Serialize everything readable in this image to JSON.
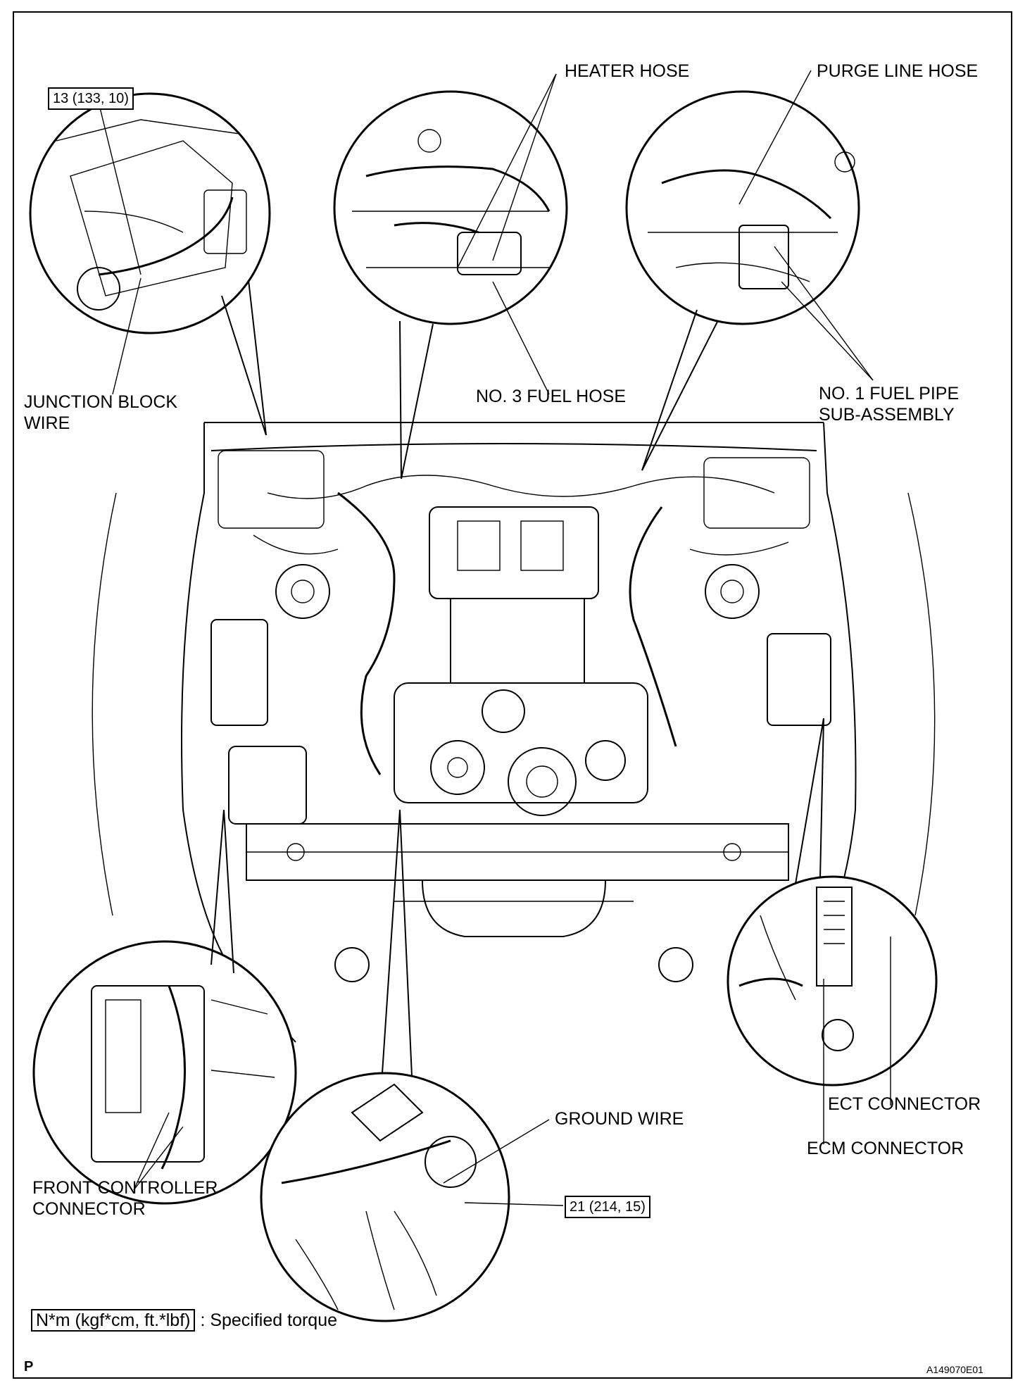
{
  "labels": {
    "torque_top": "13 (133, 10)",
    "junction_block_wire": [
      "JUNCTION BLOCK",
      "WIRE"
    ],
    "heater_hose": "HEATER HOSE",
    "purge_line_hose": "PURGE LINE HOSE",
    "no3_fuel_hose": "NO. 3 FUEL HOSE",
    "no1_fuel_pipe": [
      "NO. 1 FUEL PIPE",
      "SUB-ASSEMBLY"
    ],
    "ground_wire": "GROUND WIRE",
    "torque_bottom": "21 (214, 15)",
    "ect_connector": "ECT CONNECTOR",
    "ecm_connector": "ECM CONNECTOR",
    "front_controller_connector": [
      "FRONT CONTROLLER",
      "CONNECTOR"
    ]
  },
  "legend": {
    "unit_box": "N*m (kgf*cm, ft.*lbf)",
    "text": ": Specified torque"
  },
  "corner_letter": "P",
  "figure_id": "A149070E01"
}
